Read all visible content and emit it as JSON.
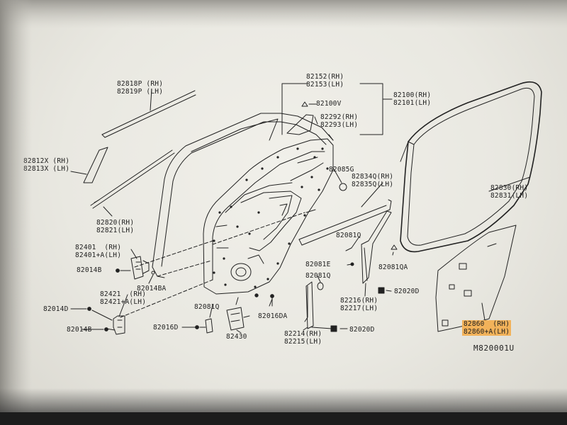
{
  "labels": {
    "l82818P": "82818P (RH)",
    "l82819P": "82819P (LH)",
    "l82152": "82152(RH)",
    "l82153": "82153(LH)",
    "l82100V": "82100V",
    "l82292": "82292(RH)",
    "l82293": "82293(LH)",
    "l82100": "82100(RH)",
    "l82101": "82101(LH)",
    "l82812X": "82812X (RH)",
    "l82813X": "82813X (LH)",
    "l82085G": "82085G",
    "l82834Q": "82834Q(RH)",
    "l82835Q": "82835Q(LH)",
    "l82830": "82830(RH)",
    "l82831": "82831(LH)",
    "l82820": "82820(RH)",
    "l82821": "82821(LH)",
    "l82081Q_a": "82081Q",
    "l82401": "82401  (RH)",
    "l82401A": "82401+A(LH)",
    "l82081E": "82081E",
    "l82081QA": "82081QA",
    "l82014B_a": "82014B",
    "l82014BA": "82014BA",
    "l82081Q_b": "82081Q",
    "l82421": "82421  (RH)",
    "l82421A": "82421+A(LH)",
    "l82216": "82216(RH)",
    "l82217": "82217(LH)",
    "l82020D_a": "82020D",
    "l82014D": "82014D",
    "l82081Q_c": "82081Q",
    "l82016DA": "82016DA",
    "l82014B_b": "82014B",
    "l82016D": "82016D",
    "l82430": "82430",
    "l82214": "82214(RH)",
    "l82215": "82215(LH)",
    "l82020D_b": "82020D",
    "l82860": "82860  (RH)",
    "l82860A": "82860+A(LH)",
    "code": "M820001U"
  },
  "colors": {
    "ink": "#1e1e1e",
    "paper": "#efeee8",
    "highlight": "#f2b25a"
  }
}
